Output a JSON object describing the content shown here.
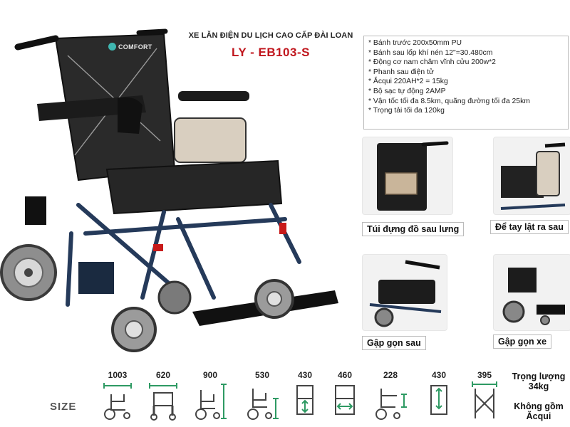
{
  "header": {
    "title": "XE LĂN ĐIỆN DU LỊCH CAO CẤP ĐÀI LOAN",
    "model": "LY - EB103-S"
  },
  "brand": {
    "logo_text": "COMFORT"
  },
  "specs": [
    "* Bánh trước 200x50mm PU",
    "* Bánh sau lốp khí nén 12\"=30.480cm",
    "* Động cơ nam châm vĩnh cửu 200w*2",
    "* Phanh sau điện tử",
    "* Ắcqui 220AH*2 = 15kg",
    "* Bộ sạc tự động 2AMP",
    "* Vận tốc tối đa 8.5km, quãng đường tối đa 25km",
    "* Trọng tải tối đa 120kg"
  ],
  "features": [
    {
      "caption": "Túi đựng đồ sau lưng",
      "icon": "rear-bag-photo"
    },
    {
      "caption": "Để tay lật ra sau",
      "icon": "flip-armrest-photo"
    },
    {
      "caption": "Gập gọn sau",
      "icon": "folded-back-photo"
    },
    {
      "caption": "Gập gọn xe",
      "icon": "folded-chair-photo"
    }
  ],
  "size": {
    "label": "SIZE",
    "dimensions": [
      {
        "value": "1003",
        "icon": "overall-length-icon"
      },
      {
        "value": "620",
        "icon": "overall-width-icon"
      },
      {
        "value": "900",
        "icon": "overall-height-icon"
      },
      {
        "value": "530",
        "icon": "seat-height-icon"
      },
      {
        "value": "430",
        "icon": "seat-depth-icon"
      },
      {
        "value": "460",
        "icon": "seat-width-icon"
      },
      {
        "value": "228",
        "icon": "armrest-height-icon"
      },
      {
        "value": "430",
        "icon": "backrest-height-icon"
      },
      {
        "value": "395",
        "icon": "folded-width-icon"
      }
    ],
    "weight_label": "Trọng lượng",
    "weight_value": "34kg",
    "weight_note_1": "Không gồm",
    "weight_note_2": "Ăcqui"
  }
}
